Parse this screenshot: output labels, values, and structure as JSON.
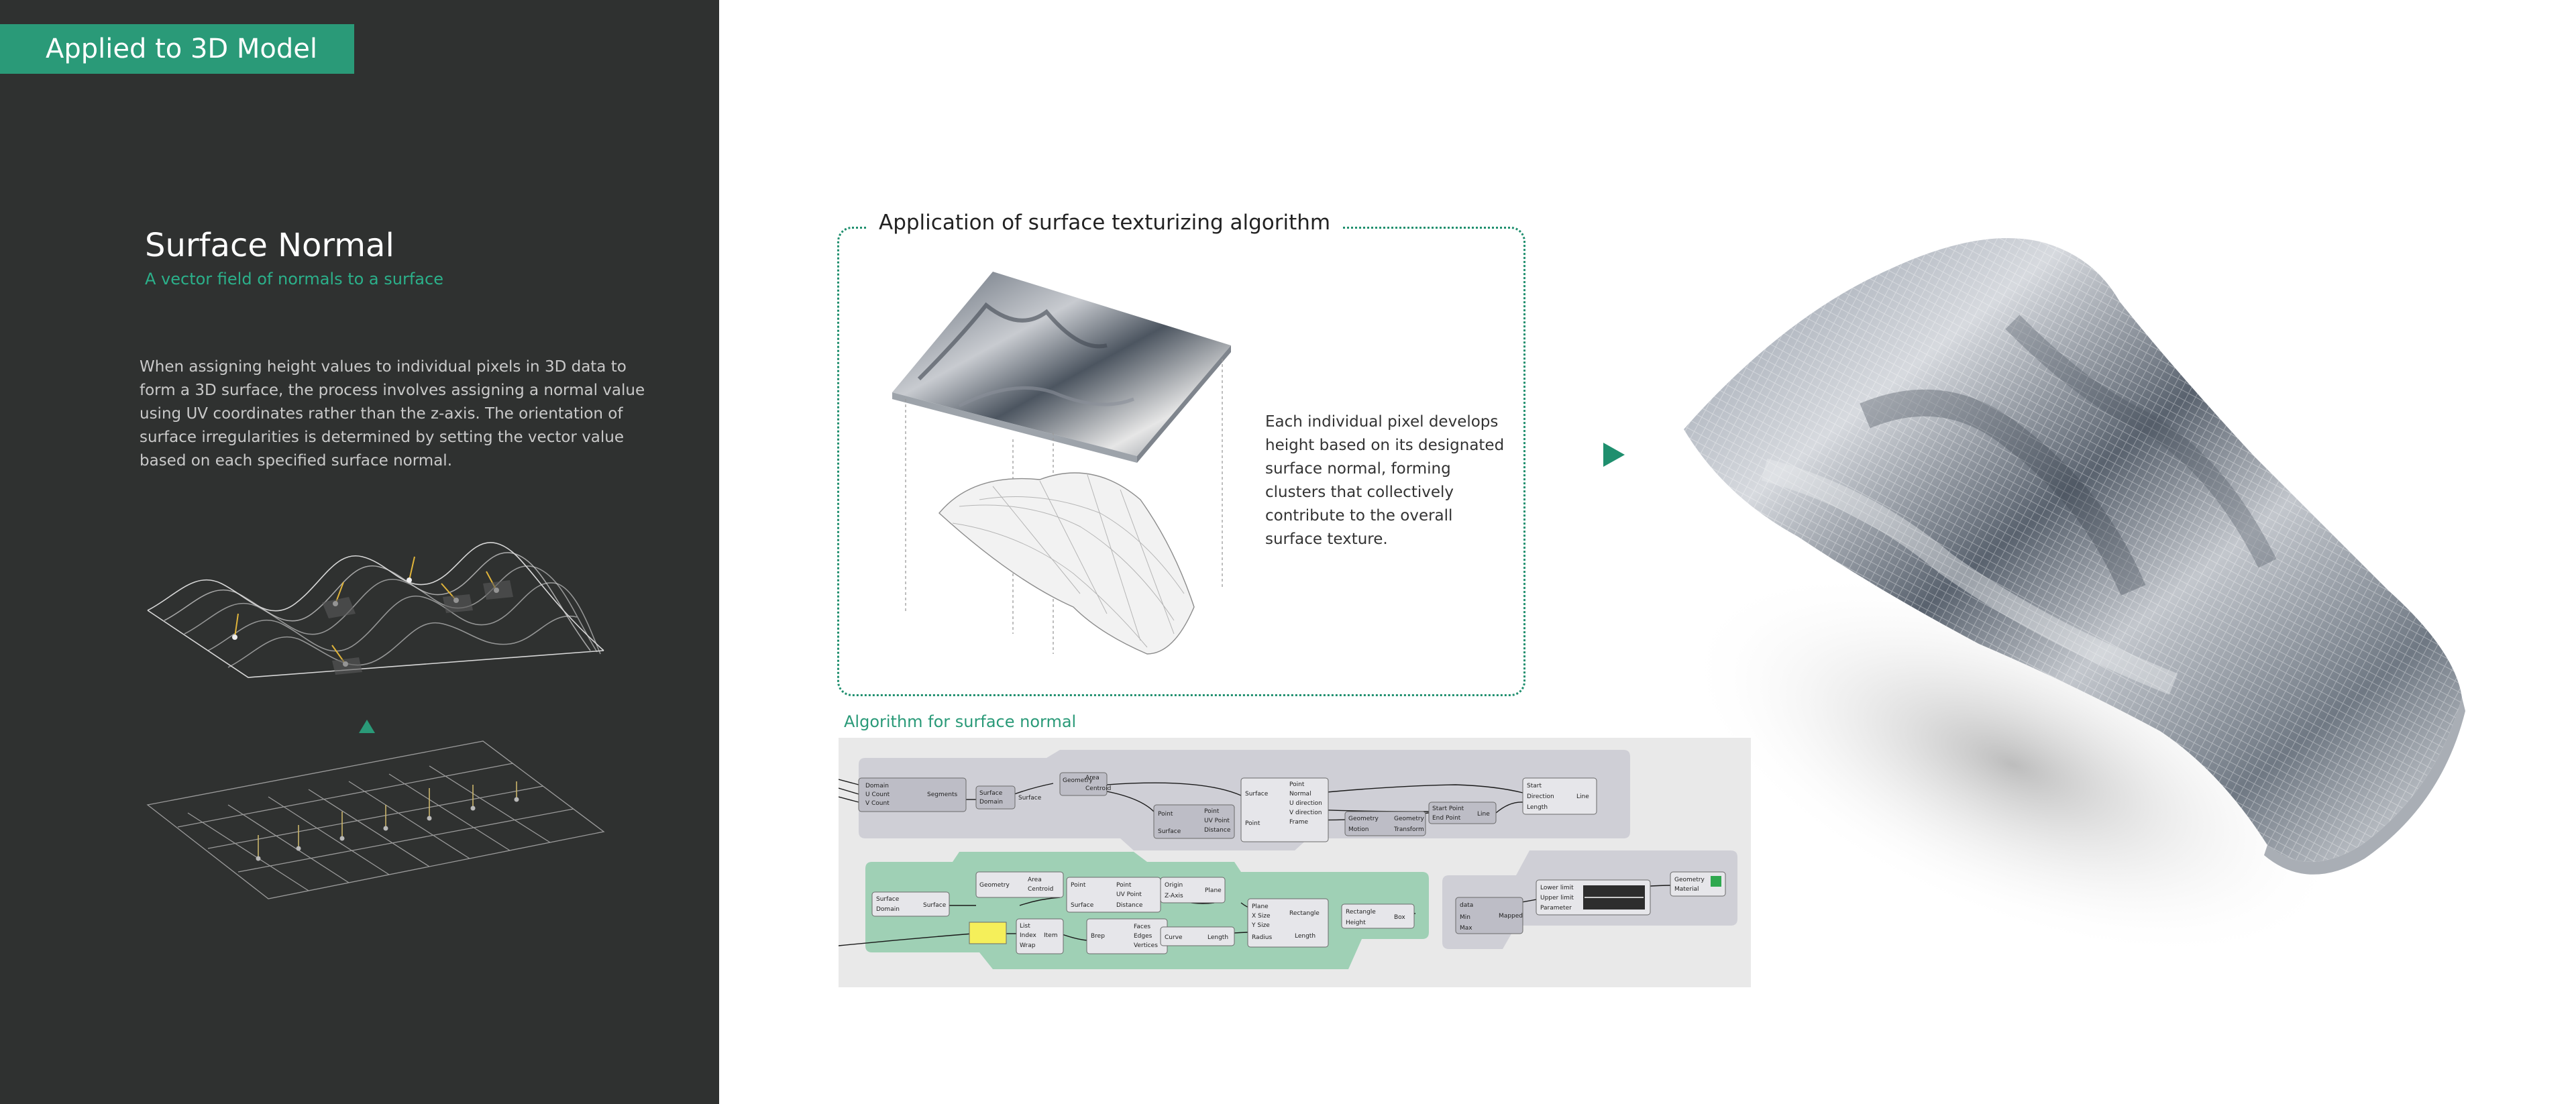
{
  "header": {
    "tag": "Applied to 3D Model"
  },
  "left": {
    "title": "Surface Normal",
    "subtitle": "A vector field of normals to a surface",
    "body": "When assigning height values to individual pixels in 3D data to form a 3D surface, the process involves assigning a normal value using UV coordinates rather than the z-axis. The orientation of surface irregularities is determined by setting the vector value based on each specified surface normal."
  },
  "application": {
    "title": "Application of surface texturizing algorithm",
    "description": "Each individual pixel develops height based on its designated surface normal, forming clusters that collectively contribute to the overall surface texture."
  },
  "algorithm": {
    "title": "Algorithm for surface normal",
    "nodes": {
      "divide": [
        "Domain",
        "U Count",
        "V Count",
        "Segments"
      ],
      "surface1": [
        "Surface",
        "Domain",
        "Surface"
      ],
      "area": [
        "Geometry",
        "Area",
        "Centroid"
      ],
      "closest": [
        "Point",
        "Surface",
        "Point",
        "UV Point",
        "Distance"
      ],
      "evaluate": [
        "Surface",
        "Point",
        "Point",
        "Normal",
        "U direction",
        "V direction",
        "Frame"
      ],
      "move": [
        "Geometry",
        "Motion",
        "Geometry",
        "Transform"
      ],
      "line": [
        "Start Point",
        "End Point",
        "Line"
      ],
      "sdl": [
        "Start",
        "Direction",
        "Length",
        "Line"
      ],
      "surface2": [
        "Surface",
        "Domain",
        "Surface"
      ],
      "area2": [
        "Geometry",
        "Area",
        "Centroid"
      ],
      "closest2": [
        "Point",
        "Surface",
        "Point",
        "UV Point",
        "Distance"
      ],
      "plane": [
        "Origin",
        "Z-Axis",
        "Plane"
      ],
      "list": [
        "List",
        "Index",
        "Wrap",
        "Item"
      ],
      "brep": [
        "Brep",
        "Faces",
        "Edges",
        "Vertices"
      ],
      "curve": [
        "Curve",
        "Length"
      ],
      "rect": [
        "Plane",
        "X Size",
        "Y Size",
        "Radius",
        "Rectangle",
        "Length"
      ],
      "box": [
        "Rectangle",
        "Height",
        "Box"
      ],
      "remap": [
        "data",
        "Min",
        "Max",
        "Mapped"
      ],
      "gradient": [
        "Lower limit",
        "Upper limit",
        "Parameter"
      ],
      "material": [
        "Geometry",
        "Material"
      ]
    }
  },
  "colors": {
    "accent": "#2a9a78",
    "panel": "#2f3130"
  }
}
